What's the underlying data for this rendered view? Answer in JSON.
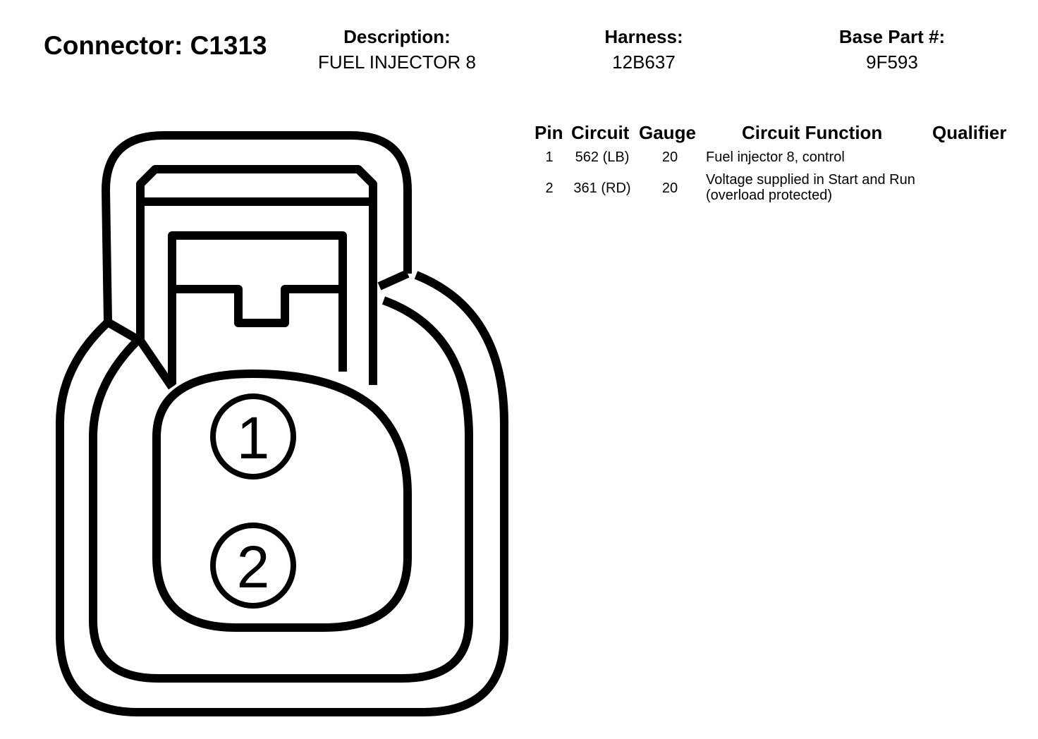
{
  "header": {
    "connector_title": "Connector: C1313",
    "description_label": "Description:",
    "description_value": "FUEL INJECTOR 8",
    "harness_label": "Harness:",
    "harness_value": "12B637",
    "base_part_label": "Base Part #:",
    "base_part_value": "9F593"
  },
  "table": {
    "columns": {
      "pin": "Pin",
      "circuit": "Circuit",
      "gauge": "Gauge",
      "function": "Circuit Function",
      "qualifier": "Qualifier"
    },
    "rows": [
      {
        "pin": "1",
        "circuit": "562 (LB)",
        "gauge": "20",
        "function_line1": "Fuel injector 8, control",
        "function_line2": "",
        "qualifier": ""
      },
      {
        "pin": "2",
        "circuit": "361 (RD)",
        "gauge": "20",
        "function_line1": "Voltage supplied in Start and Run",
        "function_line2": "(overload protected)",
        "qualifier": ""
      }
    ]
  },
  "diagram": {
    "pin_labels": [
      "1",
      "2"
    ],
    "stroke_color": "#000000"
  }
}
